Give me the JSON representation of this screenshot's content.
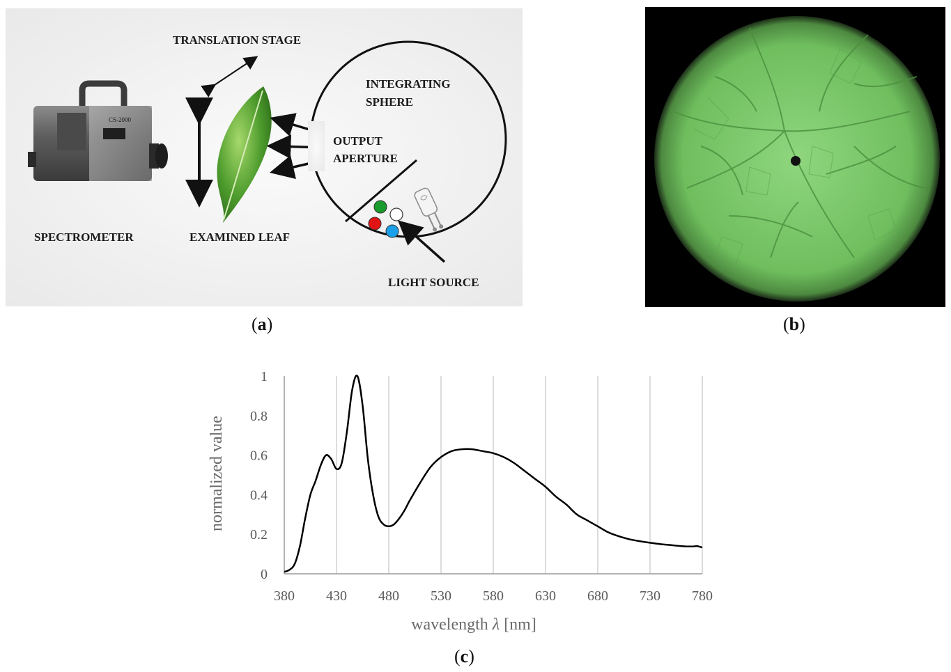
{
  "panel_a": {
    "labels": {
      "translation_stage": "TRANSLATION STAGE",
      "integrating": "INTEGRATING",
      "sphere": "SPHERE",
      "output": "OUTPUT",
      "aperture": "APERTURE",
      "spectrometer": "SPECTROMETER",
      "examined_leaf": "EXAMINED LEAF",
      "light_source": "LIGHT SOURCE",
      "device_text": "CS-2000"
    },
    "led_colors": [
      "#1a9c2c",
      "#ffffff",
      "#e01414",
      "#1aa0e8"
    ],
    "caption_letter": "a"
  },
  "panel_b": {
    "caption_letter": "b",
    "leaf_color": "#7cc96e"
  },
  "chart_data": {
    "type": "line",
    "xlabel_prefix": "wavelength ",
    "xlabel_symbol": "λ",
    "xlabel_suffix": " [nm]",
    "ylabel": "normalized value",
    "xlim": [
      380,
      780
    ],
    "ylim": [
      0,
      1
    ],
    "x_ticks": [
      380,
      430,
      480,
      530,
      580,
      630,
      680,
      730,
      780
    ],
    "y_ticks": [
      "0",
      "0.2",
      "0.4",
      "0.6",
      "0.8",
      "1"
    ],
    "grid": "vertical",
    "series": [
      {
        "x": [
          380,
          385,
          390,
          395,
          400,
          405,
          410,
          415,
          420,
          425,
          430,
          435,
          440,
          445,
          450,
          455,
          460,
          465,
          470,
          475,
          480,
          485,
          490,
          495,
          500,
          510,
          520,
          530,
          540,
          550,
          560,
          570,
          580,
          590,
          600,
          610,
          620,
          630,
          640,
          650,
          660,
          670,
          680,
          690,
          700,
          710,
          720,
          730,
          740,
          750,
          760,
          770,
          775,
          780
        ],
        "y": [
          0.01,
          0.02,
          0.05,
          0.14,
          0.28,
          0.4,
          0.47,
          0.55,
          0.6,
          0.58,
          0.53,
          0.56,
          0.72,
          0.93,
          1.0,
          0.85,
          0.58,
          0.4,
          0.29,
          0.25,
          0.24,
          0.25,
          0.28,
          0.32,
          0.37,
          0.46,
          0.54,
          0.59,
          0.62,
          0.63,
          0.63,
          0.62,
          0.61,
          0.59,
          0.56,
          0.52,
          0.48,
          0.44,
          0.39,
          0.35,
          0.3,
          0.27,
          0.24,
          0.21,
          0.19,
          0.175,
          0.165,
          0.157,
          0.15,
          0.145,
          0.14,
          0.138,
          0.14,
          0.133
        ]
      }
    ],
    "caption_letter": "c"
  }
}
